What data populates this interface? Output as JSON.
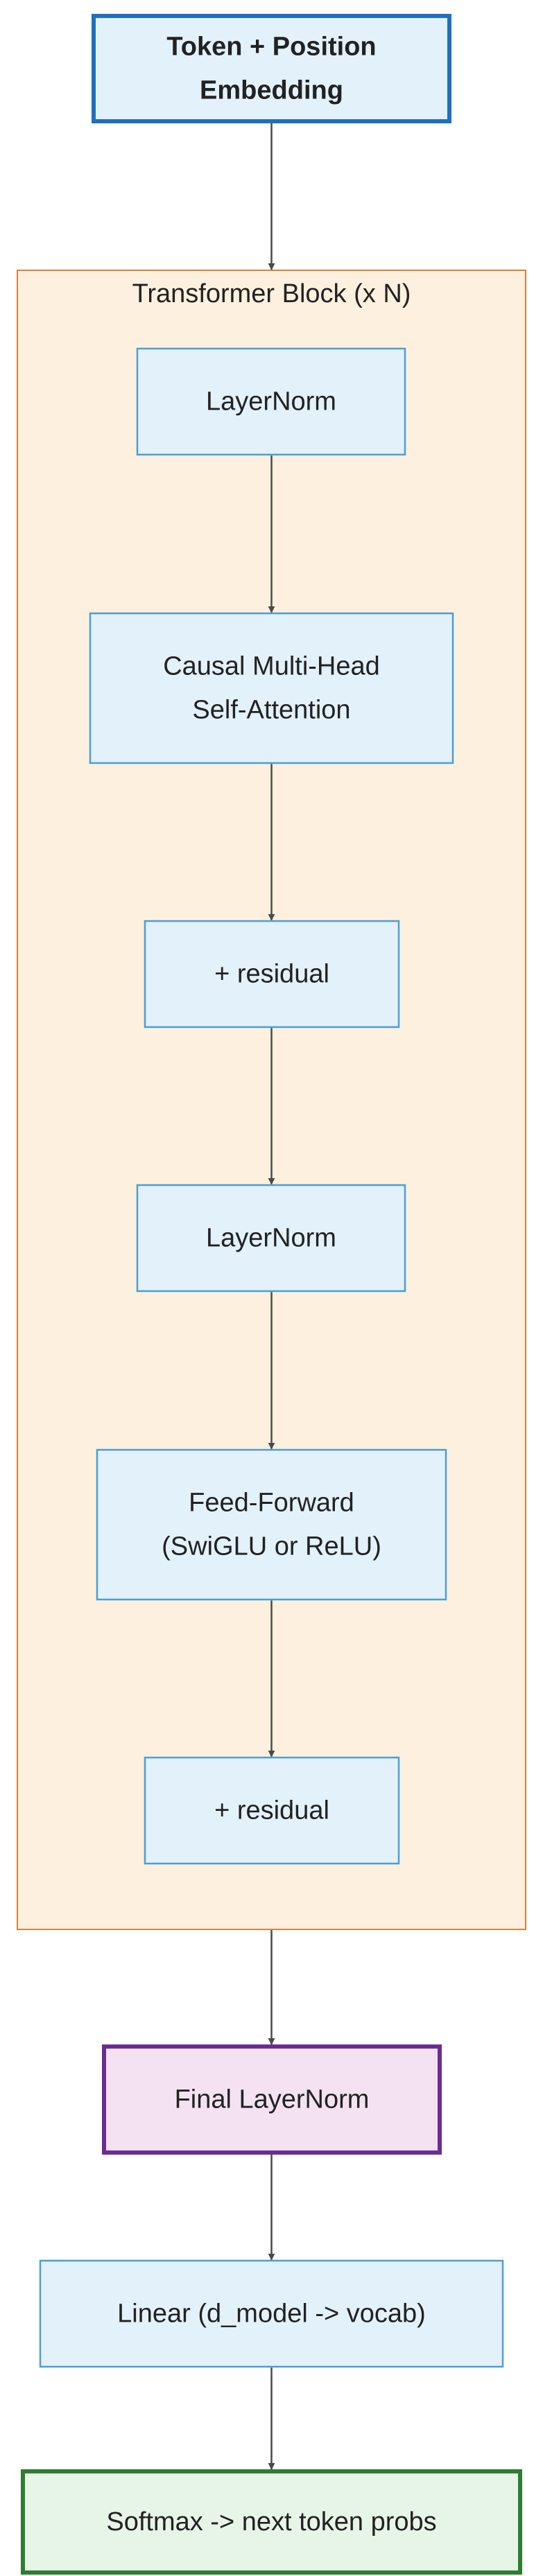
{
  "colors": {
    "background": "#ffffff",
    "edge": "#4a4a4a",
    "text": "#222222",
    "group_fill": "#fdf0de",
    "group_stroke": "#d9823b",
    "default_fill": "#e3f1fb",
    "default_stroke": "#4a9fd4",
    "input_fill": "#e3f1fb",
    "input_stroke": "#1f6fbf",
    "norm_fill": "#f4e2f3",
    "norm_stroke": "#6b2c91",
    "output_fill": "#e7f5e7",
    "output_stroke": "#2e7d32"
  },
  "diagram": {
    "type": "flowchart",
    "direction": "top-to-bottom",
    "group": {
      "id": "transformer_block",
      "label": "Transformer Block (x N)"
    },
    "nodes": [
      {
        "id": "embedding",
        "lines": [
          "Token + Position",
          "Embedding"
        ],
        "bold": true,
        "style": "input"
      },
      {
        "id": "ln1",
        "lines": [
          "LayerNorm"
        ],
        "style": "default",
        "group": "transformer_block"
      },
      {
        "id": "attn",
        "lines": [
          "Causal Multi-Head",
          "Self-Attention"
        ],
        "style": "default",
        "group": "transformer_block"
      },
      {
        "id": "res1",
        "lines": [
          "+ residual"
        ],
        "style": "default",
        "group": "transformer_block"
      },
      {
        "id": "ln2",
        "lines": [
          "LayerNorm"
        ],
        "style": "default",
        "group": "transformer_block"
      },
      {
        "id": "ffn",
        "lines": [
          "Feed-Forward",
          "(SwiGLU or ReLU)"
        ],
        "style": "default",
        "group": "transformer_block"
      },
      {
        "id": "res2",
        "lines": [
          "+ residual"
        ],
        "style": "default",
        "group": "transformer_block"
      },
      {
        "id": "final_ln",
        "lines": [
          "Final LayerNorm"
        ],
        "style": "norm"
      },
      {
        "id": "linear",
        "lines": [
          "Linear (d_model -> vocab)"
        ],
        "style": "default"
      },
      {
        "id": "softmax",
        "lines": [
          "Softmax -> next token probs"
        ],
        "style": "output"
      }
    ],
    "edges": [
      {
        "from": "embedding",
        "to": "transformer_block"
      },
      {
        "from": "ln1",
        "to": "attn"
      },
      {
        "from": "attn",
        "to": "res1"
      },
      {
        "from": "res1",
        "to": "ln2"
      },
      {
        "from": "ln2",
        "to": "ffn"
      },
      {
        "from": "ffn",
        "to": "res2"
      },
      {
        "from": "transformer_block",
        "to": "final_ln"
      },
      {
        "from": "final_ln",
        "to": "linear"
      },
      {
        "from": "linear",
        "to": "softmax"
      }
    ]
  }
}
